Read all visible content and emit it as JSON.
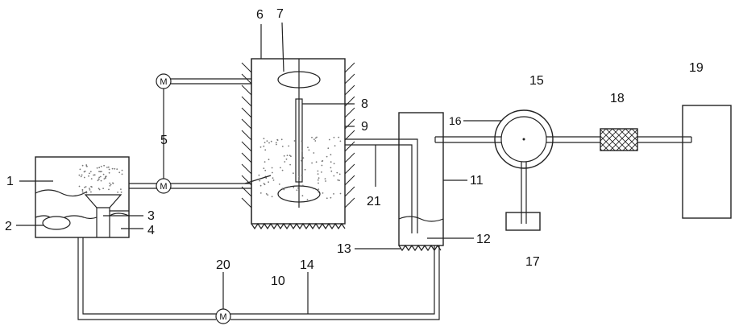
{
  "labels": {
    "l1": "1",
    "l2": "2",
    "l3": "3",
    "l4": "4",
    "l5": "5",
    "l6": "6",
    "l7": "7",
    "l8": "8",
    "l9": "9",
    "l10": "10",
    "l11": "11",
    "l12": "12",
    "l13": "13",
    "l14": "14",
    "l15": "15",
    "l16": "16",
    "l17": "17",
    "l18": "18",
    "l19": "19",
    "l20": "20",
    "l21": "21"
  },
  "motor_symbol": "M"
}
